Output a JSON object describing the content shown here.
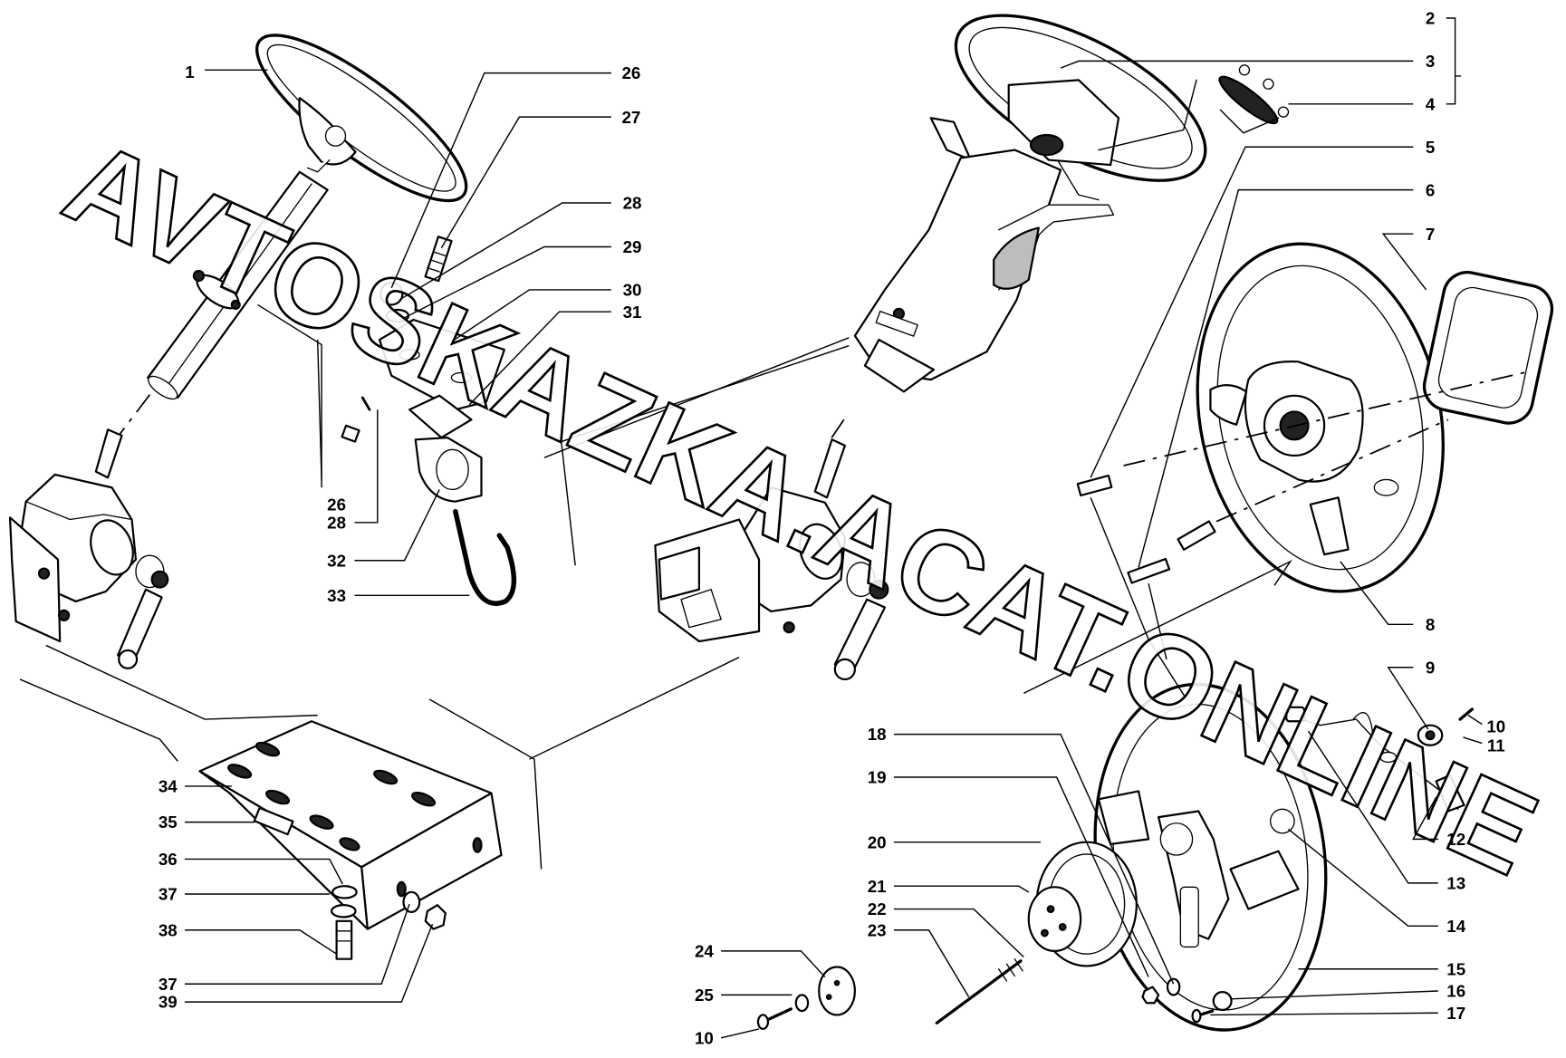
{
  "watermark": "AVTOSKAZKA.ACAT.ONLINE",
  "callouts": [
    "1",
    "26",
    "27",
    "28",
    "29",
    "30",
    "31",
    "26",
    "28",
    "32",
    "33",
    "34",
    "35",
    "36",
    "37",
    "38",
    "37",
    "39",
    "2",
    "3",
    "4",
    "5",
    "6",
    "7",
    "8",
    "9",
    "10",
    "11",
    "12",
    "13",
    "14",
    "15",
    "16",
    "17",
    "18",
    "19",
    "20",
    "21",
    "22",
    "23",
    "24",
    "25",
    "10"
  ]
}
